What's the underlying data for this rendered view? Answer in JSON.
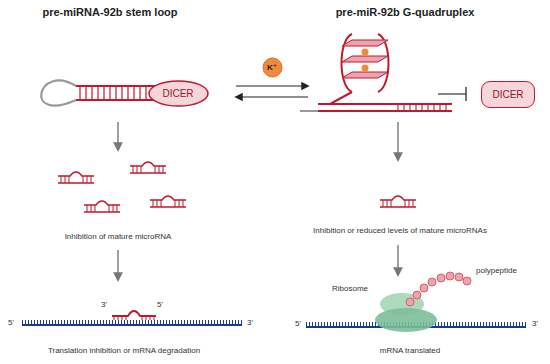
{
  "diagram": {
    "nodes": [
      {
        "text": [
          "DICER"
        ]
      },
      {
        "text": [
          "K⁺"
        ]
      },
      {
        "text": [
          "DICER"
        ]
      }
    ],
    "labels": [
      "pre-miRNA-92b stem loop",
      "pre-miR-92b G-quadruplex",
      "Inhibition of mature microRNA",
      "Inhibition or reduced levels of mature microRNAs",
      "3'",
      "5'",
      "5'",
      "3'",
      "Translation inhibition or mRNA degradation",
      "Ribosome",
      "polypeptide",
      "5'",
      "3'",
      "mRNA translated"
    ]
  }
}
